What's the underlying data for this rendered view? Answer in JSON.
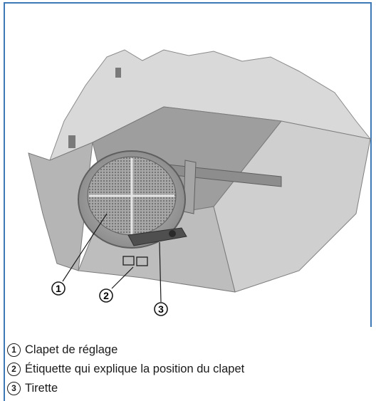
{
  "callouts": [
    {
      "number": "1"
    },
    {
      "number": "2"
    },
    {
      "number": "3"
    }
  ],
  "legend": [
    {
      "number": "1",
      "text": "Clapet de réglage"
    },
    {
      "number": "2",
      "text": "Étiquette qui explique la position du clapet"
    },
    {
      "number": "3",
      "text": "Tirette"
    }
  ],
  "colors": {
    "frame": "#3f79b5",
    "hood_body": "#c9c9c9",
    "hood_shadow": "#9a9a9a"
  }
}
